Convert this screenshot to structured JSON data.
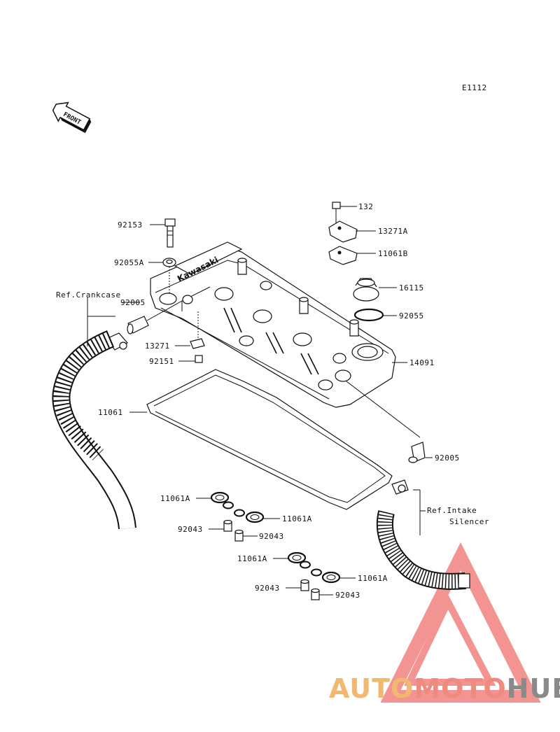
{
  "diagram_code": "E1112",
  "front_label": "FRONT",
  "brand_text": "Kawasaki",
  "labels": {
    "p132": "132",
    "p13271A": "13271A",
    "p11061B": "11061B",
    "p16115": "16115",
    "p92055": "92055",
    "p14091": "14091",
    "p92153": "92153",
    "p92055A": "92055A",
    "refCrankcase": "Ref.Crankcase",
    "p92005_top": "92005",
    "p13271": "13271",
    "p92151": "92151",
    "p11061": "11061",
    "p92005_right": "92005",
    "refIntake1": "Ref.Intake",
    "refIntake2": "Silencer",
    "p11061A_1": "11061A",
    "p11061A_2": "11061A",
    "p92043_1": "92043",
    "p92043_2": "92043",
    "p11061A_3": "11061A",
    "p11061A_4": "11061A",
    "p92043_3": "92043",
    "p92043_4": "92043"
  },
  "watermark": {
    "part1": "AUTO",
    "part2": "MOTO",
    "part3": "HUB",
    "colors": {
      "auto": "#f2b870",
      "moto": "#f08a7e",
      "hub": "#8a8a8a",
      "triangle": "#e8403a"
    }
  }
}
